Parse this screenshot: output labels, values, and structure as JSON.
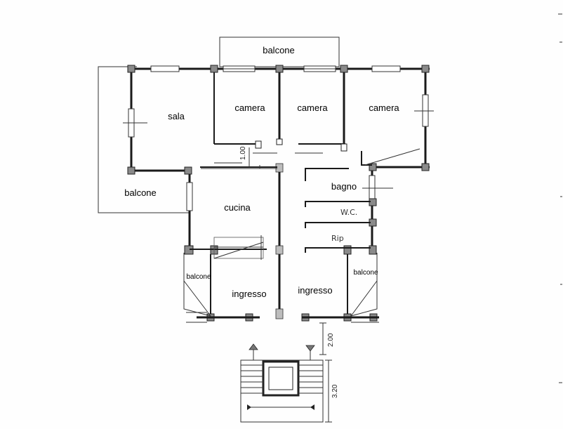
{
  "rooms": {
    "balcone_top": "balcone",
    "sala": "sala",
    "camera_1": "camera",
    "camera_2": "camera",
    "camera_3": "camera",
    "balcone_left": "balcone",
    "cucina": "cucina",
    "bagno": "bagno",
    "wc": "W.C.",
    "rip": "Rip",
    "balcone_sw": "balcone",
    "balcone_se": "balcone",
    "ingresso_left": "ingresso",
    "ingresso_right": "ingresso"
  },
  "dimensions": {
    "corridor_width": "1.00",
    "landing_depth": "2.00",
    "stair_width": "3.20"
  }
}
